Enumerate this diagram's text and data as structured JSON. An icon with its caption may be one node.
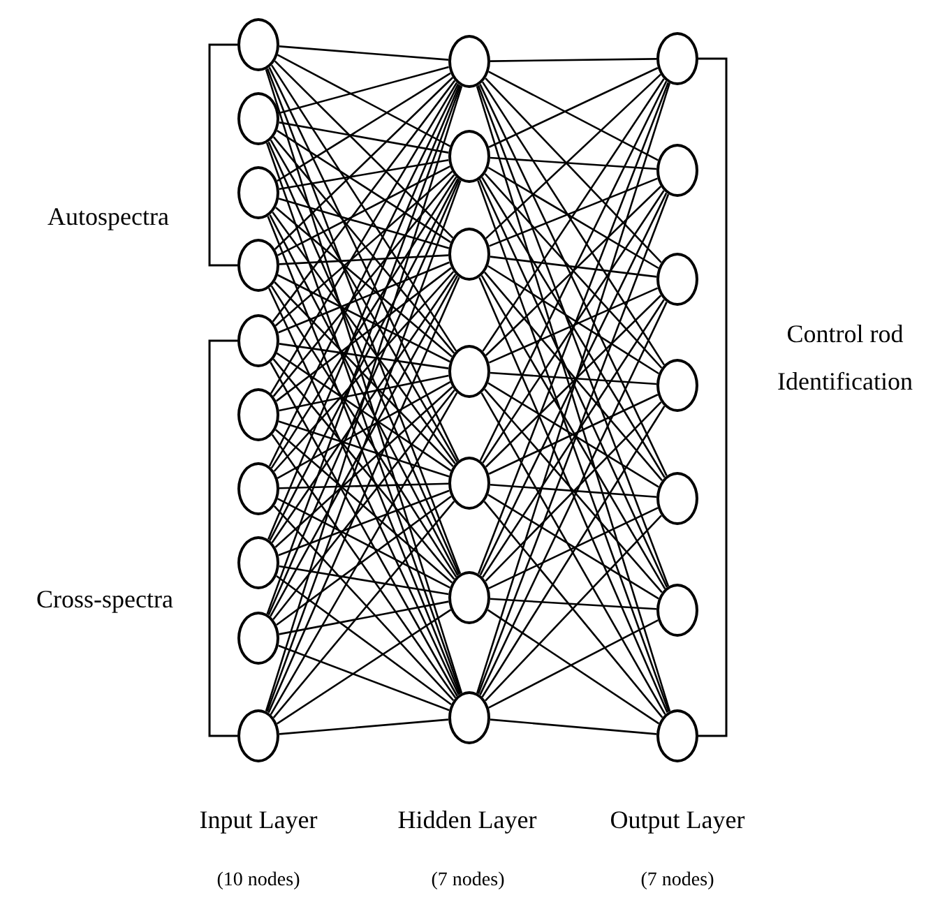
{
  "diagram": {
    "nodes": [
      {
        "text": [],
        "shape": "circle"
      },
      {
        "text": [],
        "shape": "circle"
      },
      {
        "text": [],
        "shape": "circle"
      },
      {
        "text": [],
        "shape": "circle"
      },
      {
        "text": [],
        "shape": "circle"
      },
      {
        "text": [],
        "shape": "circle"
      },
      {
        "text": [],
        "shape": "circle"
      },
      {
        "text": [],
        "shape": "circle"
      },
      {
        "text": [],
        "shape": "circle"
      },
      {
        "text": [],
        "shape": "circle"
      },
      {
        "text": [],
        "shape": "circle"
      },
      {
        "text": [],
        "shape": "circle"
      },
      {
        "text": [],
        "shape": "circle"
      },
      {
        "text": [],
        "shape": "circle"
      },
      {
        "text": [],
        "shape": "circle"
      },
      {
        "text": [],
        "shape": "circle"
      },
      {
        "text": [],
        "shape": "circle"
      },
      {
        "text": [],
        "shape": "circle"
      },
      {
        "text": [],
        "shape": "circle"
      },
      {
        "text": [],
        "shape": "circle"
      },
      {
        "text": [],
        "shape": "circle"
      },
      {
        "text": [],
        "shape": "circle"
      },
      {
        "text": [],
        "shape": "circle"
      },
      {
        "text": [],
        "shape": "circle"
      }
    ],
    "edges": [
      {
        "from": 0,
        "to": 10,
        "arrow": "none"
      },
      {
        "from": 0,
        "to": 11,
        "arrow": "none"
      },
      {
        "from": 0,
        "to": 12,
        "arrow": "none"
      },
      {
        "from": 0,
        "to": 13,
        "arrow": "none"
      },
      {
        "from": 0,
        "to": 14,
        "arrow": "none"
      },
      {
        "from": 0,
        "to": 15,
        "arrow": "none"
      },
      {
        "from": 0,
        "to": 16,
        "arrow": "none"
      },
      {
        "from": 1,
        "to": 10,
        "arrow": "none"
      },
      {
        "from": 1,
        "to": 11,
        "arrow": "none"
      },
      {
        "from": 1,
        "to": 12,
        "arrow": "none"
      },
      {
        "from": 1,
        "to": 13,
        "arrow": "none"
      },
      {
        "from": 1,
        "to": 14,
        "arrow": "none"
      },
      {
        "from": 1,
        "to": 15,
        "arrow": "none"
      },
      {
        "from": 1,
        "to": 16,
        "arrow": "none"
      },
      {
        "from": 2,
        "to": 10,
        "arrow": "none"
      },
      {
        "from": 2,
        "to": 11,
        "arrow": "none"
      },
      {
        "from": 2,
        "to": 12,
        "arrow": "none"
      },
      {
        "from": 2,
        "to": 13,
        "arrow": "none"
      },
      {
        "from": 2,
        "to": 14,
        "arrow": "none"
      },
      {
        "from": 2,
        "to": 15,
        "arrow": "none"
      },
      {
        "from": 2,
        "to": 16,
        "arrow": "none"
      },
      {
        "from": 3,
        "to": 10,
        "arrow": "none"
      },
      {
        "from": 3,
        "to": 11,
        "arrow": "none"
      },
      {
        "from": 3,
        "to": 12,
        "arrow": "none"
      },
      {
        "from": 3,
        "to": 13,
        "arrow": "none"
      },
      {
        "from": 3,
        "to": 14,
        "arrow": "none"
      },
      {
        "from": 3,
        "to": 15,
        "arrow": "none"
      },
      {
        "from": 3,
        "to": 16,
        "arrow": "none"
      },
      {
        "from": 4,
        "to": 10,
        "arrow": "none"
      },
      {
        "from": 4,
        "to": 11,
        "arrow": "none"
      },
      {
        "from": 4,
        "to": 12,
        "arrow": "none"
      },
      {
        "from": 4,
        "to": 13,
        "arrow": "none"
      },
      {
        "from": 4,
        "to": 14,
        "arrow": "none"
      },
      {
        "from": 4,
        "to": 15,
        "arrow": "none"
      },
      {
        "from": 4,
        "to": 16,
        "arrow": "none"
      },
      {
        "from": 5,
        "to": 10,
        "arrow": "none"
      },
      {
        "from": 5,
        "to": 11,
        "arrow": "none"
      },
      {
        "from": 5,
        "to": 12,
        "arrow": "none"
      },
      {
        "from": 5,
        "to": 13,
        "arrow": "none"
      },
      {
        "from": 5,
        "to": 14,
        "arrow": "none"
      },
      {
        "from": 5,
        "to": 15,
        "arrow": "none"
      },
      {
        "from": 5,
        "to": 16,
        "arrow": "none"
      },
      {
        "from": 6,
        "to": 10,
        "arrow": "none"
      },
      {
        "from": 6,
        "to": 11,
        "arrow": "none"
      },
      {
        "from": 6,
        "to": 12,
        "arrow": "none"
      },
      {
        "from": 6,
        "to": 13,
        "arrow": "none"
      },
      {
        "from": 6,
        "to": 14,
        "arrow": "none"
      },
      {
        "from": 6,
        "to": 15,
        "arrow": "none"
      },
      {
        "from": 6,
        "to": 16,
        "arrow": "none"
      },
      {
        "from": 7,
        "to": 10,
        "arrow": "none"
      },
      {
        "from": 7,
        "to": 11,
        "arrow": "none"
      },
      {
        "from": 7,
        "to": 12,
        "arrow": "none"
      },
      {
        "from": 7,
        "to": 13,
        "arrow": "none"
      },
      {
        "from": 7,
        "to": 14,
        "arrow": "none"
      },
      {
        "from": 7,
        "to": 15,
        "arrow": "none"
      },
      {
        "from": 7,
        "to": 16,
        "arrow": "none"
      },
      {
        "from": 8,
        "to": 10,
        "arrow": "none"
      },
      {
        "from": 8,
        "to": 11,
        "arrow": "none"
      },
      {
        "from": 8,
        "to": 12,
        "arrow": "none"
      },
      {
        "from": 8,
        "to": 13,
        "arrow": "none"
      },
      {
        "from": 8,
        "to": 14,
        "arrow": "none"
      },
      {
        "from": 8,
        "to": 15,
        "arrow": "none"
      },
      {
        "from": 8,
        "to": 16,
        "arrow": "none"
      },
      {
        "from": 9,
        "to": 10,
        "arrow": "none"
      },
      {
        "from": 9,
        "to": 11,
        "arrow": "none"
      },
      {
        "from": 9,
        "to": 12,
        "arrow": "none"
      },
      {
        "from": 9,
        "to": 13,
        "arrow": "none"
      },
      {
        "from": 9,
        "to": 14,
        "arrow": "none"
      },
      {
        "from": 9,
        "to": 15,
        "arrow": "none"
      },
      {
        "from": 9,
        "to": 16,
        "arrow": "none"
      },
      {
        "from": 10,
        "to": 17,
        "arrow": "none"
      },
      {
        "from": 10,
        "to": 18,
        "arrow": "none"
      },
      {
        "from": 10,
        "to": 19,
        "arrow": "none"
      },
      {
        "from": 10,
        "to": 20,
        "arrow": "none"
      },
      {
        "from": 10,
        "to": 21,
        "arrow": "none"
      },
      {
        "from": 10,
        "to": 22,
        "arrow": "none"
      },
      {
        "from": 10,
        "to": 23,
        "arrow": "none"
      },
      {
        "from": 11,
        "to": 17,
        "arrow": "none"
      },
      {
        "from": 11,
        "to": 18,
        "arrow": "none"
      },
      {
        "from": 11,
        "to": 19,
        "arrow": "none"
      },
      {
        "from": 11,
        "to": 20,
        "arrow": "none"
      },
      {
        "from": 11,
        "to": 21,
        "arrow": "none"
      },
      {
        "from": 11,
        "to": 22,
        "arrow": "none"
      },
      {
        "from": 11,
        "to": 23,
        "arrow": "none"
      },
      {
        "from": 12,
        "to": 17,
        "arrow": "none"
      },
      {
        "from": 12,
        "to": 18,
        "arrow": "none"
      },
      {
        "from": 12,
        "to": 19,
        "arrow": "none"
      },
      {
        "from": 12,
        "to": 20,
        "arrow": "none"
      },
      {
        "from": 12,
        "to": 21,
        "arrow": "none"
      },
      {
        "from": 12,
        "to": 22,
        "arrow": "none"
      },
      {
        "from": 12,
        "to": 23,
        "arrow": "none"
      },
      {
        "from": 13,
        "to": 17,
        "arrow": "none"
      },
      {
        "from": 13,
        "to": 18,
        "arrow": "none"
      },
      {
        "from": 13,
        "to": 19,
        "arrow": "none"
      },
      {
        "from": 13,
        "to": 20,
        "arrow": "none"
      },
      {
        "from": 13,
        "to": 21,
        "arrow": "none"
      },
      {
        "from": 13,
        "to": 22,
        "arrow": "none"
      },
      {
        "from": 13,
        "to": 23,
        "arrow": "none"
      },
      {
        "from": 14,
        "to": 17,
        "arrow": "none"
      },
      {
        "from": 14,
        "to": 18,
        "arrow": "none"
      },
      {
        "from": 14,
        "to": 19,
        "arrow": "none"
      },
      {
        "from": 14,
        "to": 20,
        "arrow": "none"
      },
      {
        "from": 14,
        "to": 21,
        "arrow": "none"
      },
      {
        "from": 14,
        "to": 22,
        "arrow": "none"
      },
      {
        "from": 14,
        "to": 23,
        "arrow": "none"
      },
      {
        "from": 15,
        "to": 17,
        "arrow": "none"
      },
      {
        "from": 15,
        "to": 18,
        "arrow": "none"
      },
      {
        "from": 15,
        "to": 19,
        "arrow": "none"
      },
      {
        "from": 15,
        "to": 20,
        "arrow": "none"
      },
      {
        "from": 15,
        "to": 21,
        "arrow": "none"
      },
      {
        "from": 15,
        "to": 22,
        "arrow": "none"
      },
      {
        "from": 15,
        "to": 23,
        "arrow": "none"
      },
      {
        "from": 16,
        "to": 17,
        "arrow": "none"
      },
      {
        "from": 16,
        "to": 18,
        "arrow": "none"
      },
      {
        "from": 16,
        "to": 19,
        "arrow": "none"
      },
      {
        "from": 16,
        "to": 20,
        "arrow": "none"
      },
      {
        "from": 16,
        "to": 21,
        "arrow": "none"
      },
      {
        "from": 16,
        "to": 22,
        "arrow": "none"
      },
      {
        "from": 16,
        "to": 23,
        "arrow": "none"
      }
    ],
    "labels": [
      "Autospectra",
      "Control rod Identification",
      "Cross-spectra",
      "Input Layer",
      "Hidden Layer",
      "Output Layer",
      "(10 nodes)",
      "(7 nodes)",
      "(7 nodes)"
    ]
  }
}
